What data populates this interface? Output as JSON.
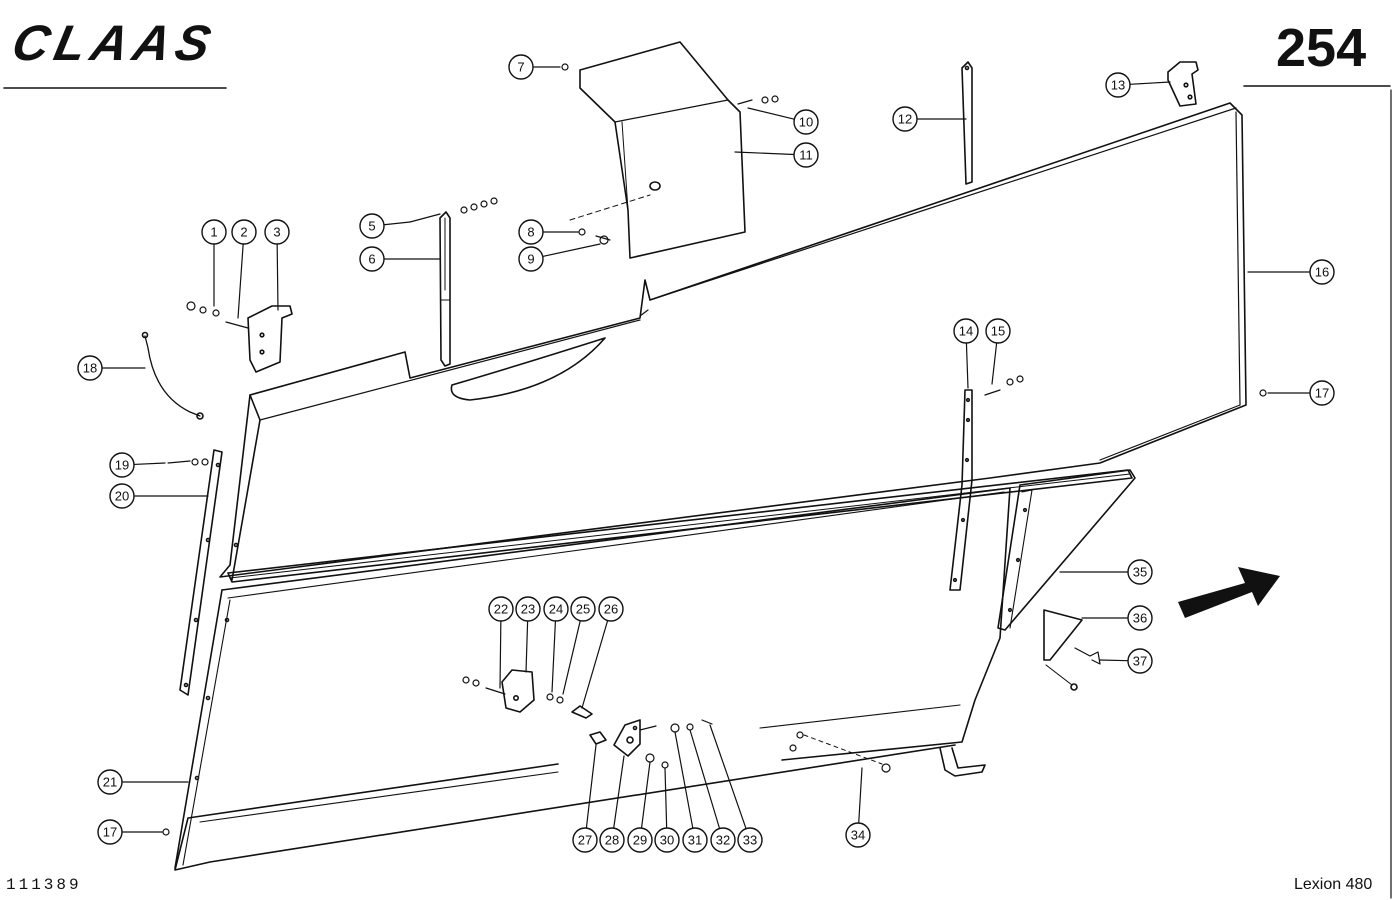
{
  "header": {
    "brand": "CLAAS",
    "page_number": "254"
  },
  "footer": {
    "drawing_number": "111389",
    "model": "Lexion 480"
  },
  "callouts": [
    {
      "n": "1"
    },
    {
      "n": "2"
    },
    {
      "n": "3"
    },
    {
      "n": "5"
    },
    {
      "n": "6"
    },
    {
      "n": "7"
    },
    {
      "n": "8"
    },
    {
      "n": "9"
    },
    {
      "n": "10"
    },
    {
      "n": "11"
    },
    {
      "n": "12"
    },
    {
      "n": "13"
    },
    {
      "n": "14"
    },
    {
      "n": "15"
    },
    {
      "n": "16"
    },
    {
      "n": "17"
    },
    {
      "n": "17"
    },
    {
      "n": "18"
    },
    {
      "n": "19"
    },
    {
      "n": "20"
    },
    {
      "n": "21"
    },
    {
      "n": "22"
    },
    {
      "n": "23"
    },
    {
      "n": "24"
    },
    {
      "n": "25"
    },
    {
      "n": "26"
    },
    {
      "n": "27"
    },
    {
      "n": "28"
    },
    {
      "n": "29"
    },
    {
      "n": "30"
    },
    {
      "n": "31"
    },
    {
      "n": "32"
    },
    {
      "n": "33"
    },
    {
      "n": "34"
    },
    {
      "n": "35"
    },
    {
      "n": "36"
    },
    {
      "n": "37"
    }
  ]
}
